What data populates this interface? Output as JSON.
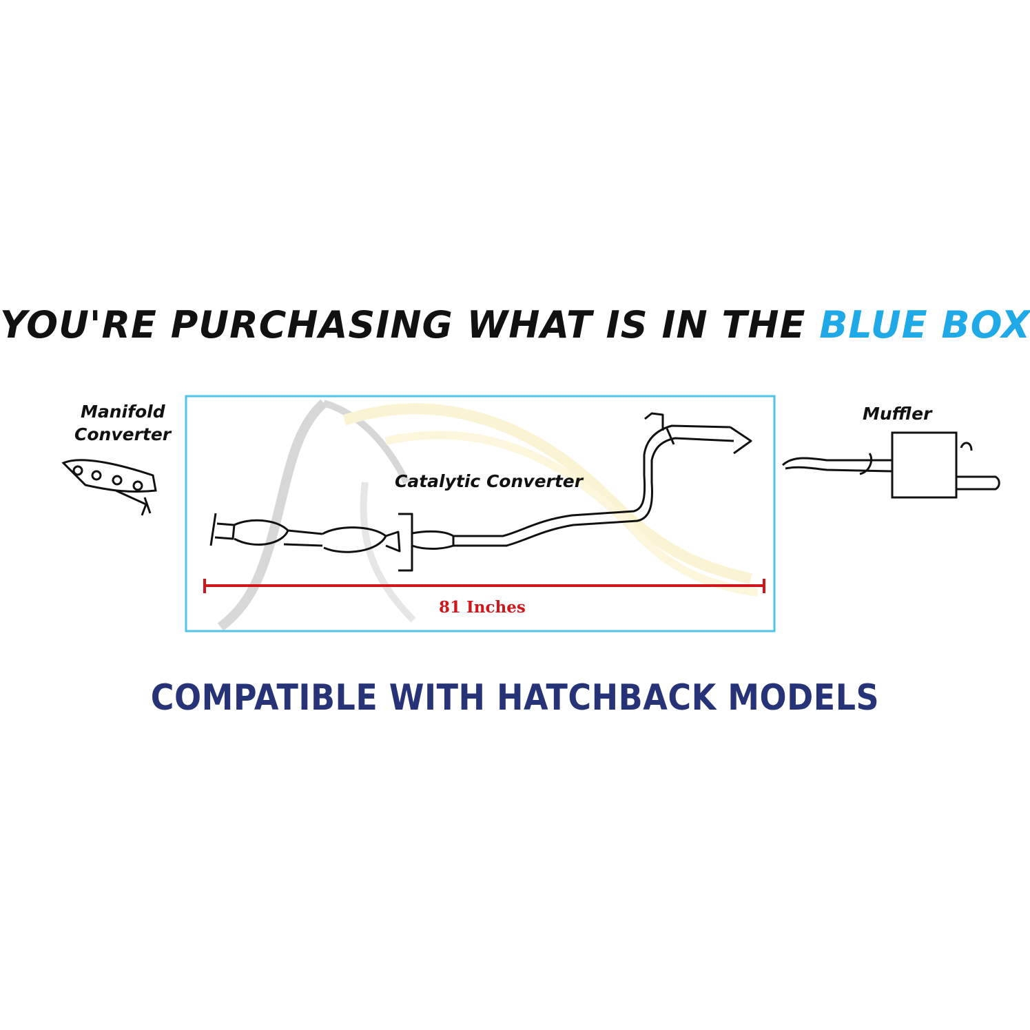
{
  "headline": {
    "prefix": "YOU'RE PURCHASING WHAT IS IN THE ",
    "highlight": "BLUE BOX",
    "highlight_color": "#1fa9e6"
  },
  "labels": {
    "manifold_line1": "Manifold",
    "manifold_line2": "Converter",
    "catalytic": "Catalytic Converter",
    "muffler": "Muffler",
    "dimension": "81 Inches"
  },
  "colors": {
    "box_border": "#4fc3e8",
    "dimension_line": "#d0161b",
    "footer_text": "#263477"
  },
  "footer": {
    "text": "COMPATIBLE WITH HATCHBACK MODELS"
  }
}
